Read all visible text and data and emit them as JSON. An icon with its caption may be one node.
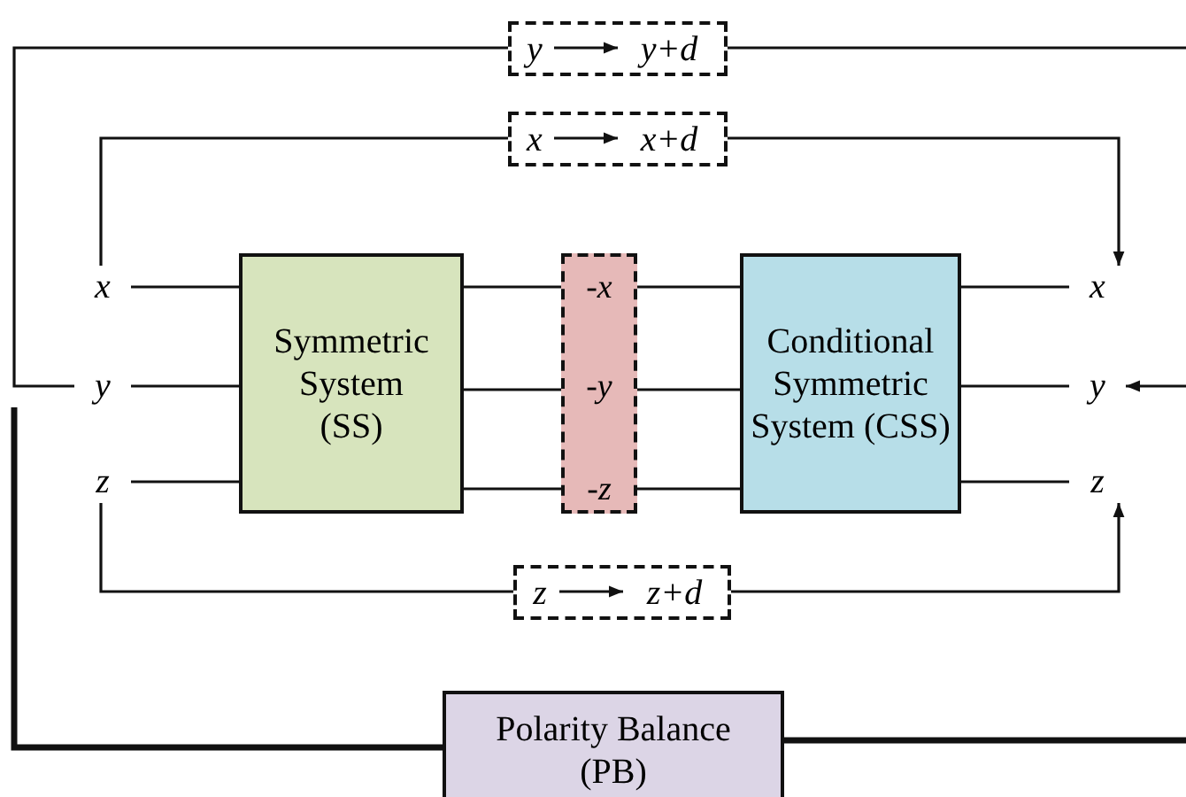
{
  "diagram": {
    "nodes": [
      {
        "text": [
          "x"
        ]
      },
      {
        "text": [
          "y"
        ]
      },
      {
        "text": [
          "z"
        ]
      },
      {
        "text": [
          "Symmetric System (SS)"
        ]
      },
      {
        "text": [
          "-x",
          "-y",
          "-z"
        ]
      },
      {
        "text": [
          "Conditional Symmetric System (CSS)"
        ]
      },
      {
        "text": [
          "x"
        ]
      },
      {
        "text": [
          "y"
        ]
      },
      {
        "text": [
          "z"
        ]
      },
      {
        "text": [],
        "shape": "box"
      },
      {
        "text": [
          "y"
        ],
        "in": 9
      },
      {
        "text": [
          "y+d"
        ],
        "in": 9
      },
      {
        "text": [],
        "shape": "box"
      },
      {
        "text": [
          "x"
        ],
        "in": 12
      },
      {
        "text": [
          "x+d"
        ],
        "in": 12
      },
      {
        "text": [],
        "shape": "box"
      },
      {
        "text": [
          "z"
        ],
        "in": 15
      },
      {
        "text": [
          "z+d"
        ],
        "in": 15
      },
      {
        "text": [
          "Polarity Balance (PB)"
        ]
      }
    ],
    "edges": [
      {
        "from": 0,
        "to": 3,
        "arrow": "none"
      },
      {
        "from": 1,
        "to": 3,
        "arrow": "none"
      },
      {
        "from": 2,
        "to": 3,
        "arrow": "none"
      },
      {
        "from": 3,
        "to": 4,
        "arrow": "none"
      },
      {
        "from": 3,
        "to": 4,
        "arrow": "none"
      },
      {
        "from": 3,
        "to": 4,
        "arrow": "none"
      },
      {
        "from": 4,
        "to": 5,
        "arrow": "none"
      },
      {
        "from": 4,
        "to": 5,
        "arrow": "none"
      },
      {
        "from": 4,
        "to": 5,
        "arrow": "none"
      },
      {
        "from": 5,
        "to": 6,
        "arrow": "none"
      },
      {
        "from": 5,
        "to": 7,
        "arrow": "none"
      },
      {
        "from": 5,
        "to": 8,
        "arrow": "none"
      },
      {
        "from": 1,
        "to": 9,
        "arrow": "none"
      },
      {
        "from": 9,
        "to": 7,
        "arrow": "to"
      },
      {
        "from": 0,
        "to": 12,
        "arrow": "none"
      },
      {
        "from": 12,
        "to": 6,
        "arrow": "to"
      },
      {
        "from": 2,
        "to": 15,
        "arrow": "none"
      },
      {
        "from": 15,
        "to": 8,
        "arrow": "to"
      },
      {
        "from": 10,
        "to": 11,
        "arrow": "to"
      },
      {
        "from": 13,
        "to": 14,
        "arrow": "to"
      },
      {
        "from": 16,
        "to": 17,
        "arrow": "to"
      },
      {
        "from": null,
        "to": 18,
        "arrow": "none",
        "style": "thick"
      },
      {
        "from": 18,
        "to": null,
        "arrow": "none",
        "style": "thick"
      }
    ]
  }
}
